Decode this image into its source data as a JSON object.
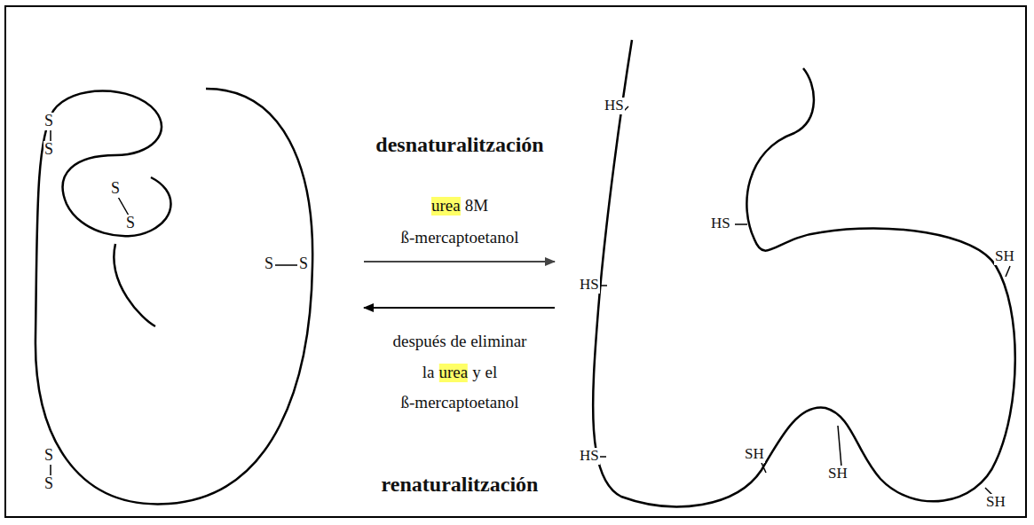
{
  "diagram": {
    "labels": [
      "S",
      "S",
      "S",
      "S",
      "S",
      "S",
      "S",
      "S",
      "desnaturalitzación",
      "urea",
      "8M",
      "ß-mercaptoetanol",
      "después de eliminar",
      "la",
      "urea",
      "y el",
      "ß-mercaptoetanol",
      "renaturalitzación",
      "HS",
      "HS",
      "SH",
      "HS",
      "HS",
      "SH",
      "SH",
      "SH"
    ]
  }
}
